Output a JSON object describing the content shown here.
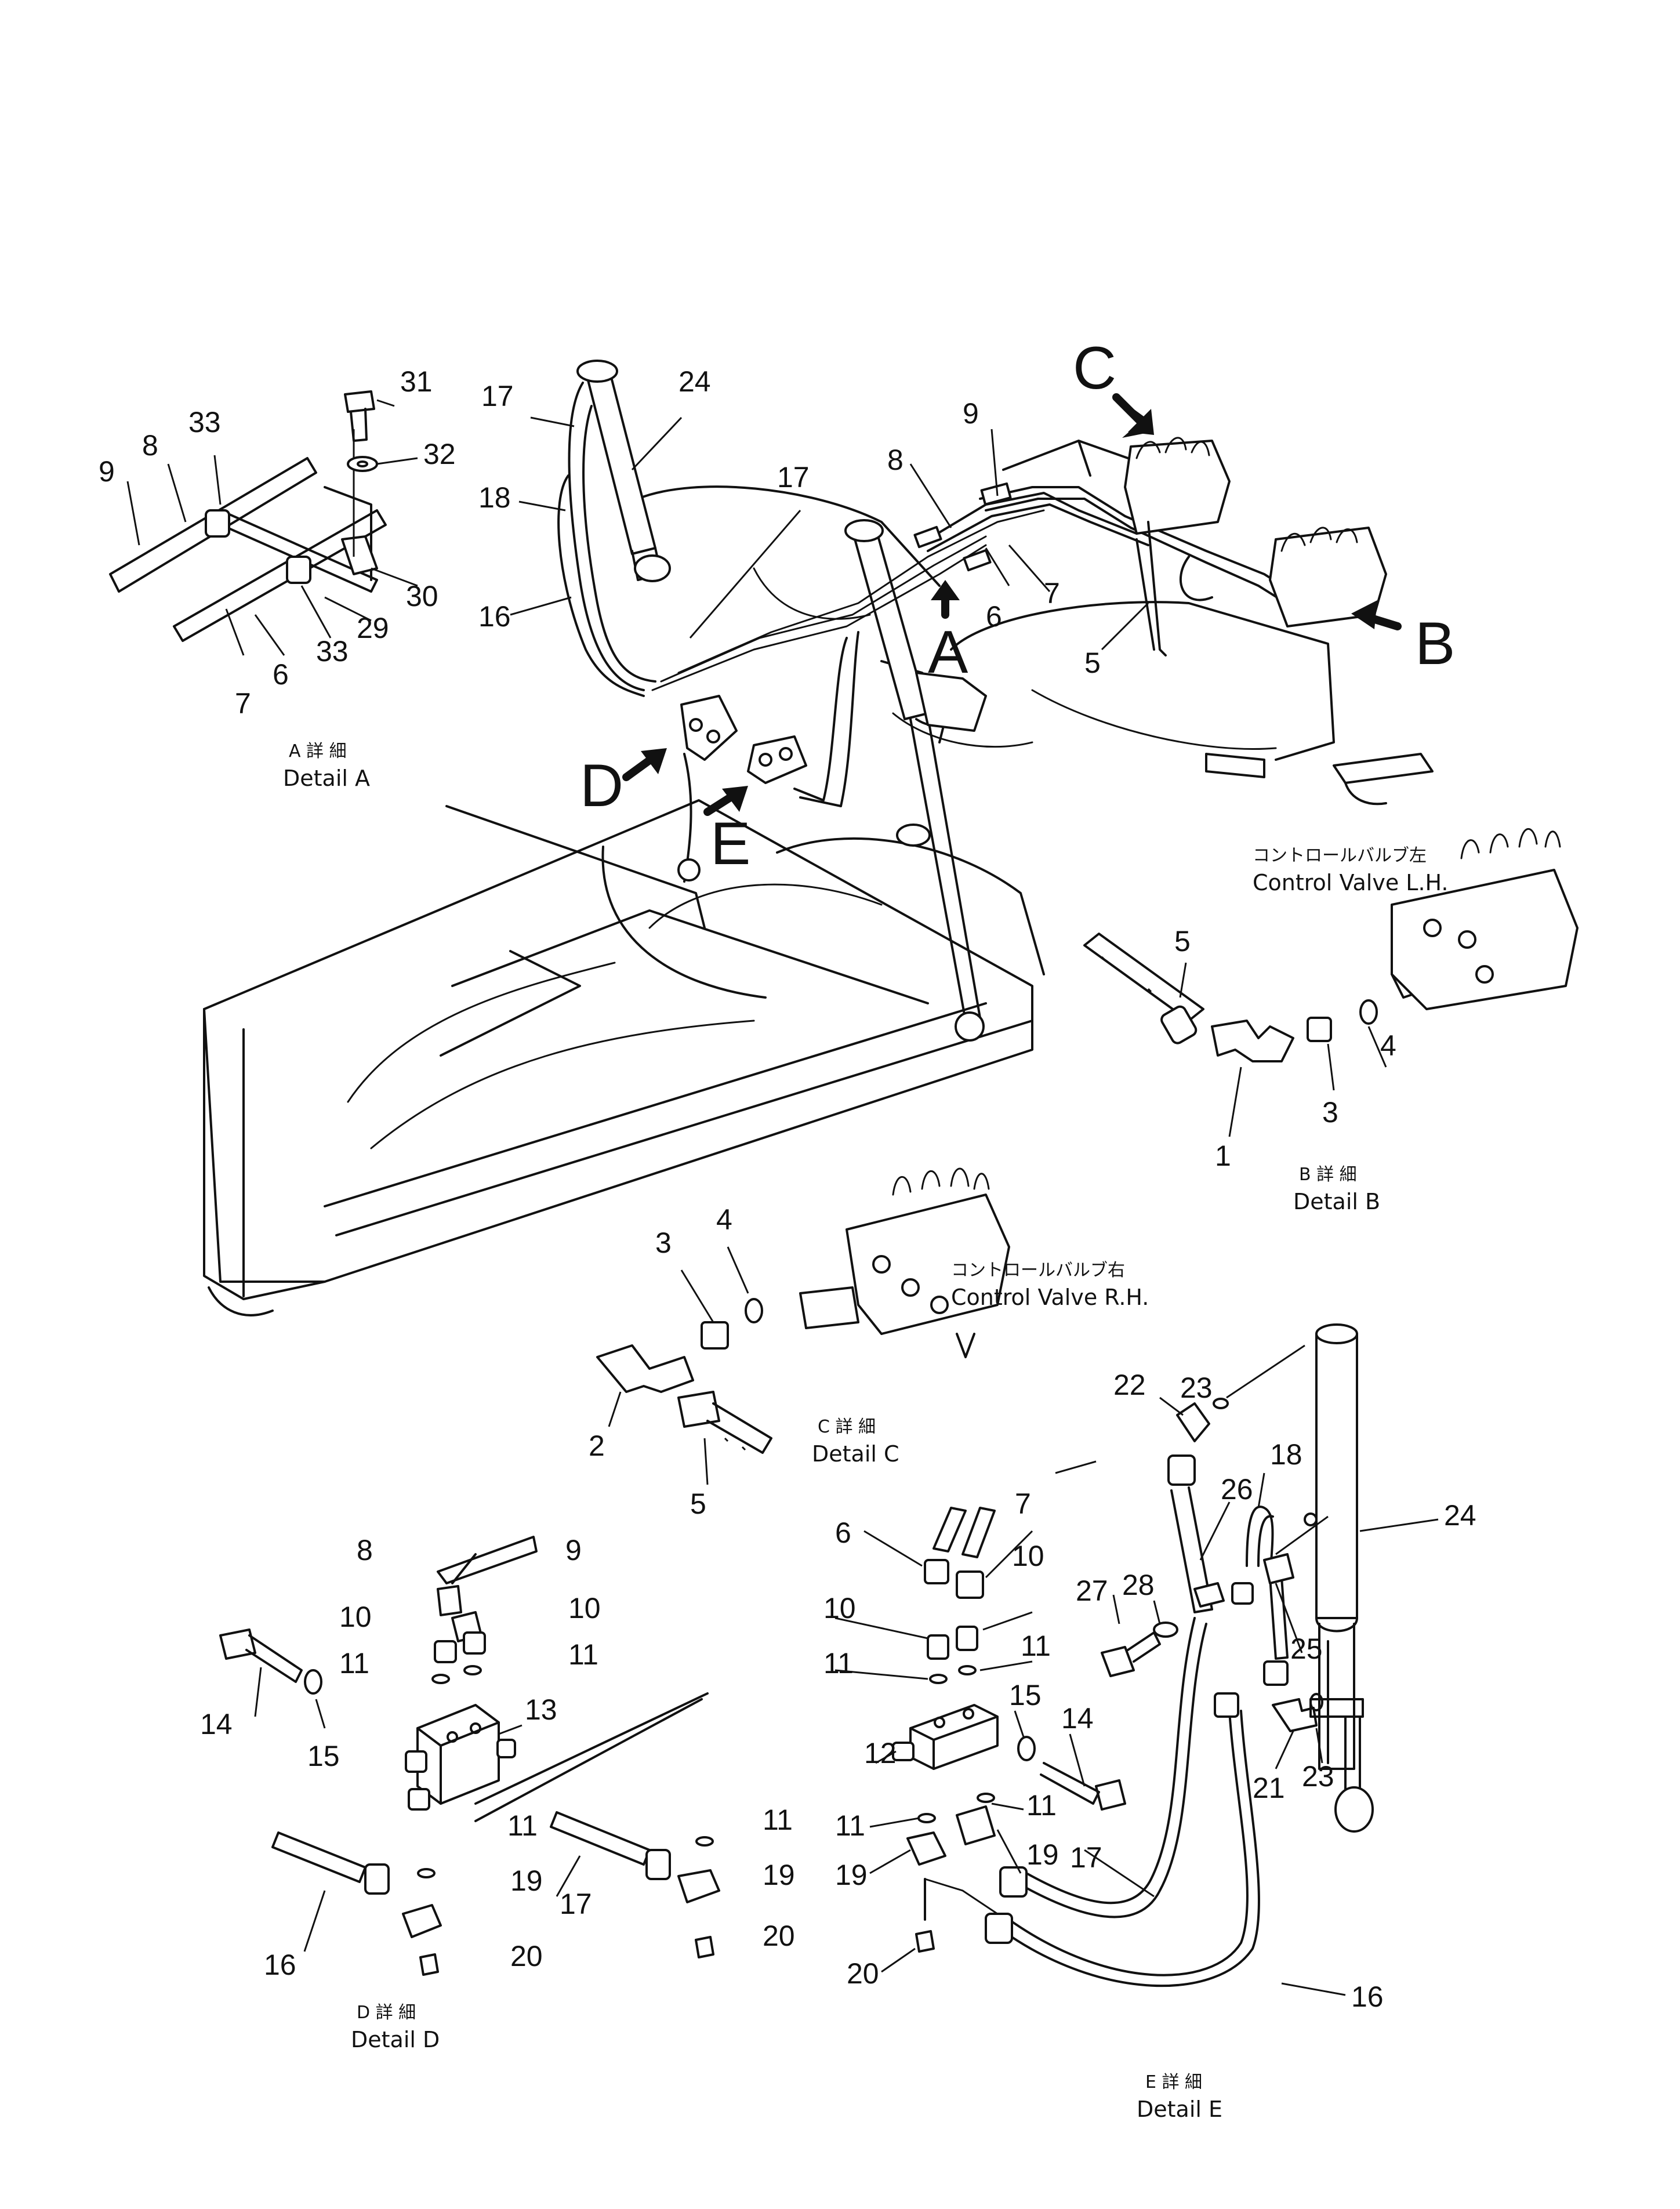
{
  "callouts": {
    "A": "A",
    "B": "B",
    "C": "C",
    "D": "D",
    "E": "E"
  },
  "details": {
    "A": {
      "jp": "A 詳 細",
      "en": "Detail A"
    },
    "B": {
      "jp": "B 詳 細",
      "en": "Detail B"
    },
    "C": {
      "jp": "C 詳 細",
      "en": "Detail C"
    },
    "D": {
      "jp": "D 詳 細",
      "en": "Detail D"
    },
    "E": {
      "jp": "E 詳 細",
      "en": "Detail E"
    }
  },
  "valves": {
    "lh_jp": "コントロールバルブ左",
    "lh_en": "Control Valve L.H.",
    "rh_jp": "コントロールバルブ右",
    "rh_en": "Control Valve R.H."
  },
  "part_labels": [
    "31",
    "32",
    "33",
    "9",
    "8",
    "30",
    "29",
    "33",
    "7",
    "6",
    "17",
    "24",
    "18",
    "16",
    "17",
    "8",
    "9",
    "7",
    "6",
    "5",
    "5",
    "4",
    "3",
    "1",
    "3",
    "4",
    "2",
    "5",
    "8",
    "9",
    "10",
    "10",
    "11",
    "11",
    "13",
    "14",
    "15",
    "11",
    "11",
    "19",
    "16",
    "17",
    "20",
    "19",
    "20",
    "6",
    "7",
    "10",
    "10",
    "11",
    "11",
    "15",
    "12",
    "14",
    "11",
    "11",
    "19",
    "19",
    "17",
    "20",
    "16",
    "23",
    "22",
    "18",
    "26",
    "24",
    "28",
    "27",
    "25",
    "21",
    "23"
  ],
  "colors": {
    "ink": "#111111",
    "paper": "#ffffff"
  }
}
